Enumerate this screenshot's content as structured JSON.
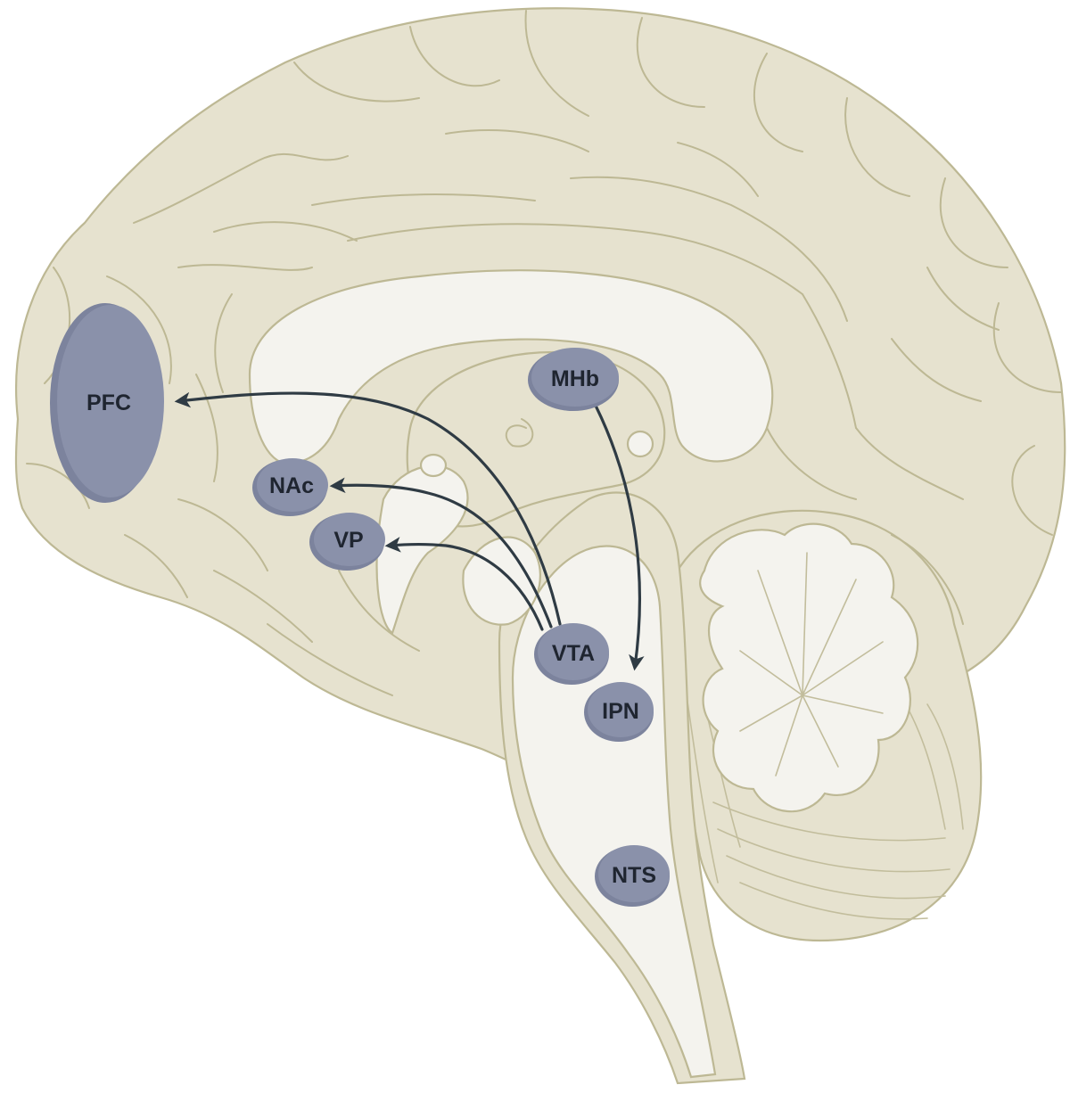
{
  "regions": {
    "pfc": "PFC",
    "nac": "NAc",
    "vp": "VP",
    "mhb": "MHb",
    "vta": "VTA",
    "ipn": "IPN",
    "nts": "NTS"
  },
  "colors": {
    "brain": "#e6e2cf",
    "outline": "#bdb894",
    "ventricle": "#f4f3ee",
    "region": "#8a91aa",
    "arrow": "#2f3b44"
  }
}
